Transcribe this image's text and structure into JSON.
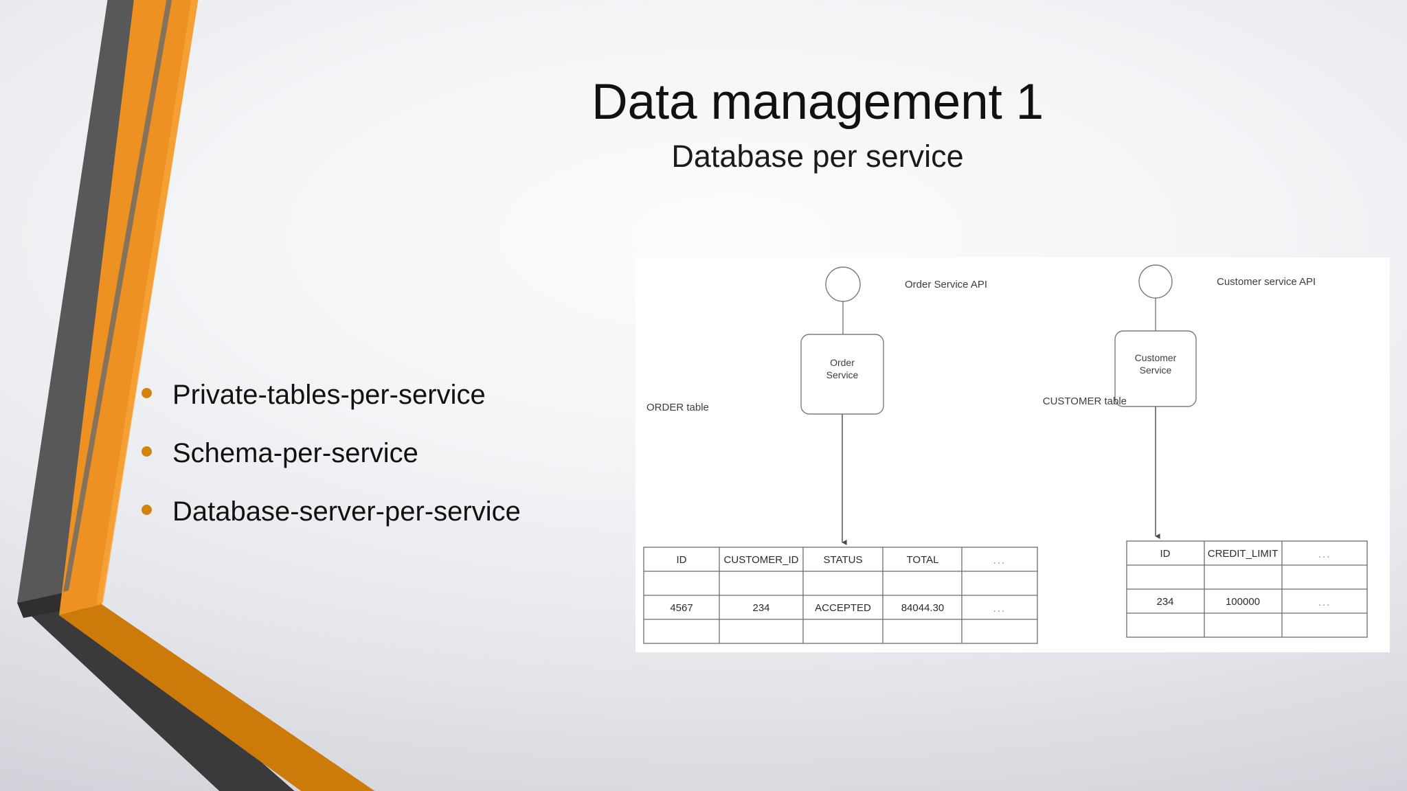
{
  "slide": {
    "title": "Data management 1",
    "subtitle": "Database per service",
    "bullets": [
      "Private-tables-per-service",
      "Schema-per-service",
      "Database-server-per-service"
    ]
  },
  "theme": {
    "accent_orange": "#ED9122",
    "accent_orange_dark": "#CC7A0A",
    "accent_gray": "#585858",
    "accent_gray_dark": "#3A3A3A",
    "bullet_dot": "#D3820B",
    "panel_background": "#FFFFFF"
  },
  "diagram": {
    "left": {
      "api_label": "Order Service API",
      "service_name_line1": "Order",
      "service_name_line2": "Service",
      "table_caption": "ORDER table",
      "columns": [
        "ID",
        "CUSTOMER_ID",
        "STATUS",
        "TOTAL",
        "..."
      ],
      "rows": [
        [
          "",
          "",
          "",
          "",
          ""
        ],
        [
          "4567",
          "234",
          "ACCEPTED",
          "84044.30",
          "..."
        ],
        [
          "",
          "",
          "",
          "",
          ""
        ]
      ]
    },
    "right": {
      "api_label": "Customer service API",
      "service_name_line1": "Customer",
      "service_name_line2": "Service",
      "table_caption": "CUSTOMER table",
      "columns": [
        "ID",
        "CREDIT_LIMIT",
        "..."
      ],
      "rows": [
        [
          "",
          "",
          ""
        ],
        [
          "234",
          "100000",
          "..."
        ],
        [
          "",
          "",
          ""
        ]
      ]
    }
  }
}
